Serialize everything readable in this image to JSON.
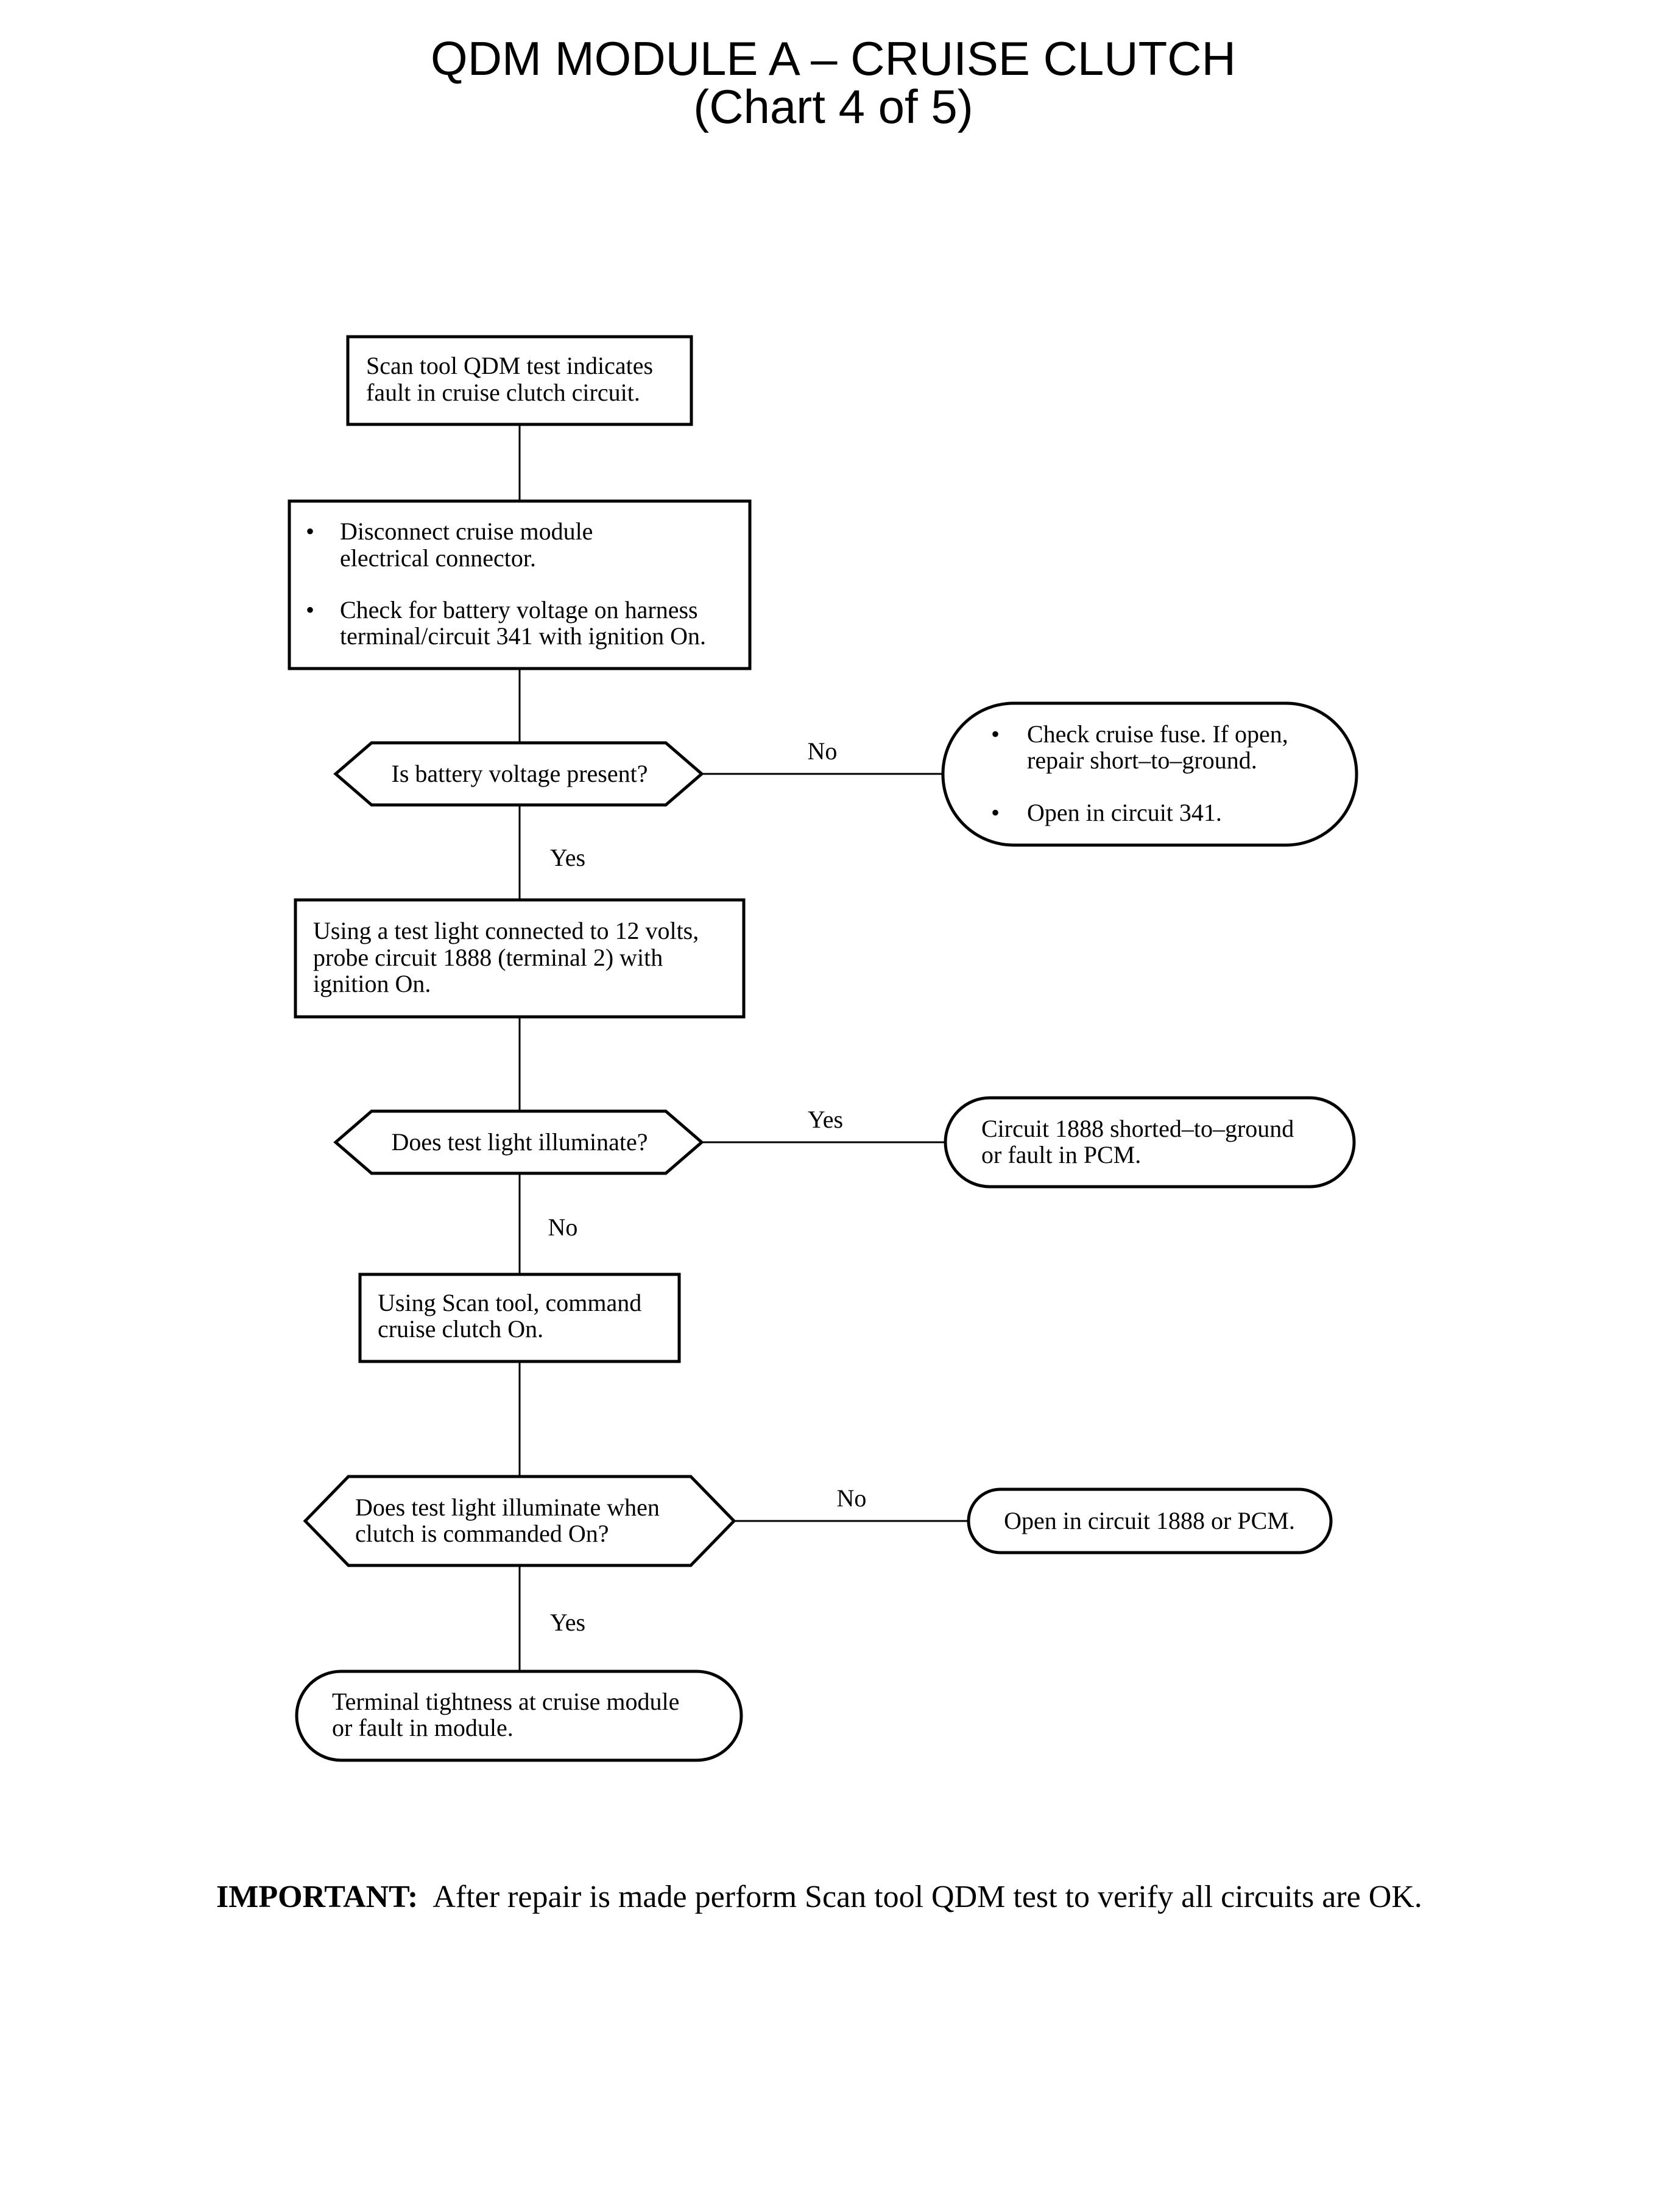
{
  "title": {
    "line1": "QDM MODULE A – CRUISE CLUTCH",
    "line2": "(Chart 4 of 5)"
  },
  "bullet_char": "•",
  "nodes": {
    "start": {
      "lines": [
        "Scan tool QDM test indicates",
        "fault in cruise clutch circuit."
      ]
    },
    "disconnect": {
      "bullet1": [
        "Disconnect cruise module",
        "electrical connector."
      ],
      "bullet2": [
        "Check for battery voltage on harness",
        "terminal/circuit 341 with ignition On."
      ]
    },
    "decision_battery": {
      "text": "Is battery voltage present?",
      "no_label": "No",
      "yes_label": "Yes"
    },
    "fuse_result": {
      "bullet1": [
        "Check cruise fuse. If open,",
        "repair short–to–ground."
      ],
      "bullet2": [
        "Open in circuit 341."
      ]
    },
    "test_light": {
      "lines": [
        "Using a test light connected to 12 volts,",
        "probe circuit 1888 (terminal 2) with",
        "ignition On."
      ]
    },
    "decision_illuminate": {
      "text": "Does test light illuminate?",
      "yes_label": "Yes",
      "no_label": "No"
    },
    "short_result": {
      "lines": [
        "Circuit 1888 shorted–to–ground",
        "or fault in PCM."
      ]
    },
    "command": {
      "lines": [
        "Using Scan tool, command",
        "cruise clutch On."
      ]
    },
    "decision_commanded": {
      "lines": [
        "Does test light illuminate when",
        "clutch is commanded On?"
      ],
      "no_label": "No",
      "yes_label": "Yes"
    },
    "open_result": {
      "text": "Open in circuit 1888 or PCM."
    },
    "final_result": {
      "lines": [
        "Terminal tightness at cruise module",
        "or fault in module."
      ]
    }
  },
  "footer": {
    "bold": "IMPORTANT:",
    "text": "After repair is made perform Scan tool QDM test to verify all circuits are OK."
  }
}
